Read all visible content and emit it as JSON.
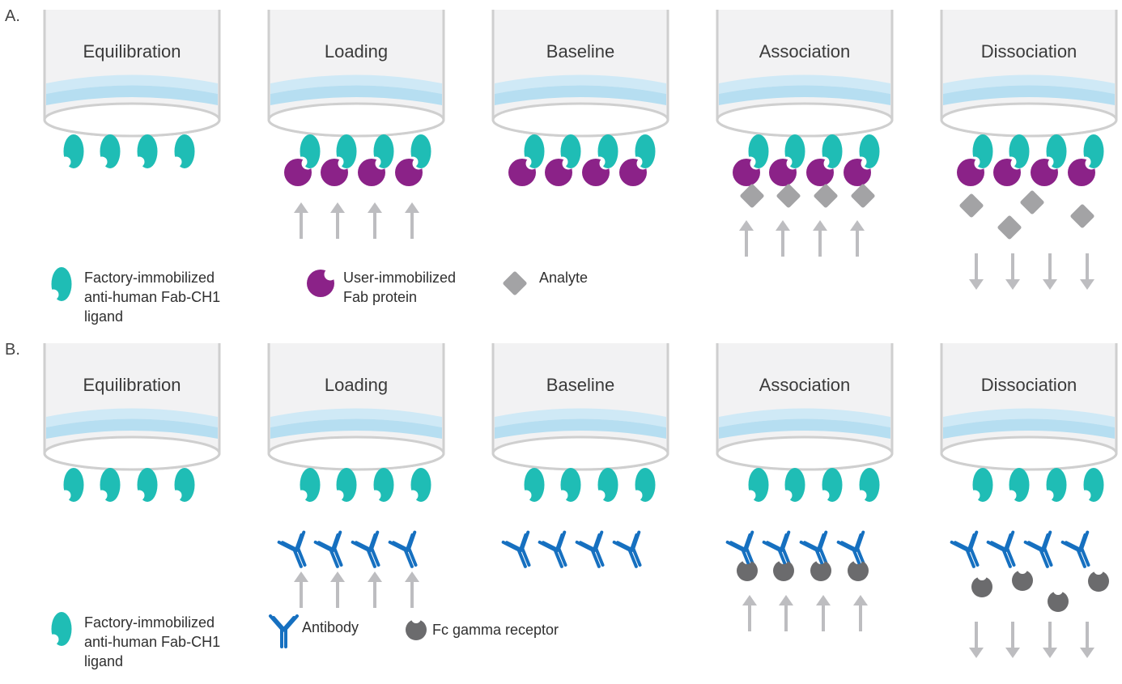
{
  "colors": {
    "tube_outline": "#cfcfcf",
    "tube_fill": "#f2f2f3",
    "band_top": "#cfe9f6",
    "band_bottom": "#b6def1",
    "ligand_teal": "#1fbdb5",
    "fab_purple": "#8b2288",
    "analyte_gray": "#a3a3a5",
    "antibody_blue": "#1670c0",
    "fc_receptor_gray": "#6b6b6d",
    "arrow_gray": "#bdbdc0"
  },
  "panels": [
    {
      "label": "A.",
      "stages": [
        {
          "title": "Equilibration",
          "layers": [
            "ligand"
          ],
          "arrows": "none"
        },
        {
          "title": "Loading",
          "layers": [
            "ligand",
            "fab"
          ],
          "arrows": "up"
        },
        {
          "title": "Baseline",
          "layers": [
            "ligand",
            "fab"
          ],
          "arrows": "none"
        },
        {
          "title": "Association",
          "layers": [
            "ligand",
            "fab",
            "analyte-bound"
          ],
          "arrows": "up"
        },
        {
          "title": "Dissociation",
          "layers": [
            "ligand",
            "fab",
            "analyte-free"
          ],
          "arrows": "down"
        }
      ],
      "legend": [
        {
          "icon": "ligand-icon",
          "lines": [
            "Factory-immobilized",
            "anti-human Fab-CH1",
            "ligand"
          ]
        },
        {
          "icon": "fab-protein-icon",
          "lines": [
            "User-immobilized",
            "Fab protein"
          ]
        },
        {
          "icon": "analyte-icon",
          "lines": [
            "Analyte"
          ]
        }
      ]
    },
    {
      "label": "B.",
      "stages": [
        {
          "title": "Equilibration",
          "layers": [
            "ligand"
          ],
          "arrows": "none"
        },
        {
          "title": "Loading",
          "layers": [
            "ligand",
            "antibody"
          ],
          "arrows": "up"
        },
        {
          "title": "Baseline",
          "layers": [
            "ligand",
            "antibody"
          ],
          "arrows": "none"
        },
        {
          "title": "Association",
          "layers": [
            "ligand",
            "antibody",
            "receptor-bound"
          ],
          "arrows": "up"
        },
        {
          "title": "Dissociation",
          "layers": [
            "ligand",
            "antibody",
            "receptor-free"
          ],
          "arrows": "down"
        }
      ],
      "legend": [
        {
          "icon": "ligand-icon",
          "lines": [
            "Factory-immobilized",
            "anti-human Fab-CH1",
            "ligand"
          ]
        },
        {
          "icon": "antibody-icon",
          "lines": [
            "Antibody"
          ]
        },
        {
          "icon": "fc-receptor-icon",
          "lines": [
            "Fc gamma receptor"
          ]
        }
      ]
    }
  ]
}
